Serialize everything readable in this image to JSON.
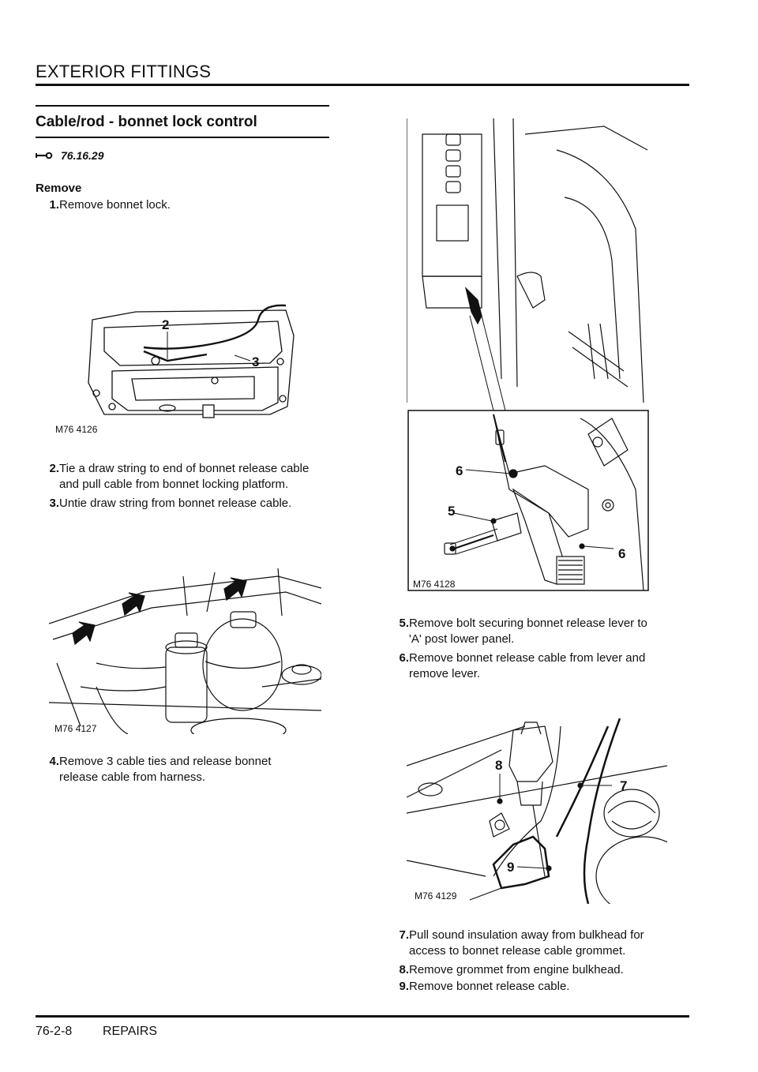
{
  "header": {
    "title": "EXTERIOR FITTINGS"
  },
  "section": {
    "title": "Cable/rod - bonnet lock control",
    "op_number": "76.16.29",
    "subheading": "Remove"
  },
  "steps": [
    {
      "num": "1.",
      "lines": [
        "Remove bonnet lock."
      ]
    },
    {
      "num": "2.",
      "lines": [
        "Tie a draw string to end of bonnet release cable",
        "and pull cable from bonnet locking platform."
      ]
    },
    {
      "num": "3.",
      "lines": [
        "Untie draw string from bonnet release cable."
      ]
    },
    {
      "num": "4.",
      "lines": [
        "Remove 3 cable ties and release bonnet",
        "release cable from harness."
      ]
    },
    {
      "num": "5.",
      "lines": [
        "Remove bolt securing bonnet release lever to",
        "'A' post lower panel."
      ]
    },
    {
      "num": "6.",
      "lines": [
        "Remove bonnet release cable from lever and",
        "remove lever."
      ]
    },
    {
      "num": "7.",
      "lines": [
        "Pull sound insulation away from bulkhead for",
        "access to bonnet release cable grommet."
      ]
    },
    {
      "num": "8.",
      "lines": [
        "Remove grommet from engine bulkhead."
      ]
    },
    {
      "num": "9.",
      "lines": [
        "Remove bonnet release cable."
      ]
    }
  ],
  "figures": {
    "fig1": {
      "caption": "M76 4126",
      "callouts": [
        "2",
        "3"
      ]
    },
    "fig2": {
      "caption": "M76 4127"
    },
    "fig3": {
      "caption": "M76 4128",
      "callouts": [
        "6",
        "5",
        "6"
      ]
    },
    "fig4": {
      "caption": "M76 4129",
      "callouts": [
        "8",
        "7",
        "9"
      ]
    }
  },
  "footer": {
    "page": "76-2-8",
    "section": "REPAIRS"
  }
}
